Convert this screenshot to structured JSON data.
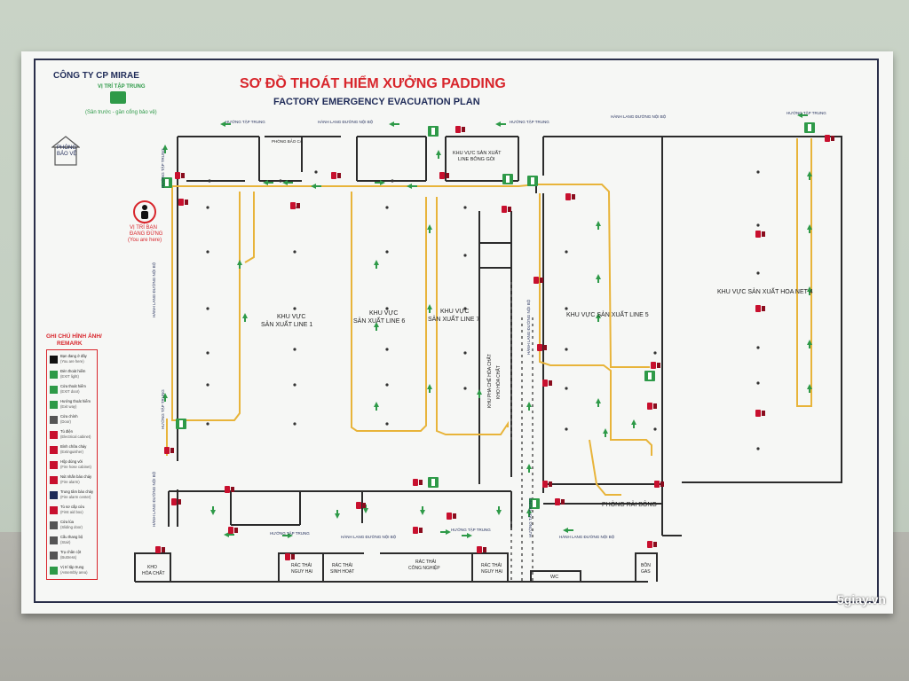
{
  "company": "CÔNG TY CP MIRAE",
  "title_vn": "SƠ ĐỒ THOÁT HIỂM XƯỞNG PADDING",
  "title_en": "FACTORY EMERGENCY EVACUATION PLAN",
  "assembly": {
    "label": "VỊ TRÍ TẬP TRUNG",
    "sub": "(Sân trước - gần cổng bảo vệ)"
  },
  "guard": {
    "line1": "PHÒNG",
    "line2": "BẢO VỆ"
  },
  "you_are_here": {
    "line1": "VỊ TRÍ BẠN",
    "line2": "ĐANG ĐỨNG",
    "line3": "(You are here)"
  },
  "legend": {
    "title_line1": "GHI CHÚ HÌNH ẢNH/",
    "title_line2": "REMARK",
    "items": [
      {
        "label": "Bạn đang ở đây",
        "sub": "(You are here)"
      },
      {
        "label": "Đèn thoát hiểm",
        "sub": "(EXIT light)"
      },
      {
        "label": "Cửa thoát hiểm",
        "sub": "(EXIT door)"
      },
      {
        "label": "Hướng thoát hiểm",
        "sub": "(Exit way)"
      },
      {
        "label": "Cửa chính",
        "sub": "(Door)"
      },
      {
        "label": "Tủ điện",
        "sub": "(Electrical cabinet)"
      },
      {
        "label": "Bình chữa cháy",
        "sub": "(Extinguisher)"
      },
      {
        "label": "Hộp dùng với",
        "sub": "(Fire hose cabinet)"
      },
      {
        "label": "Nút nhấn báo cháy",
        "sub": "(Fire alarm)"
      },
      {
        "label": "Trung tâm báo cháy",
        "sub": "(Fire alarm center)"
      },
      {
        "label": "Tủ sơ cấp cứu",
        "sub": "(First aid box)"
      },
      {
        "label": "Cửa lùa",
        "sub": "(Sliding door)"
      },
      {
        "label": "Cầu thang bộ",
        "sub": "(Stair)"
      },
      {
        "label": "Trụ chân cột",
        "sub": "(Buttress)"
      },
      {
        "label": "Vị trí tập trung",
        "sub": "(Assembly area)"
      }
    ]
  },
  "labels": {
    "huong_tap_trung": "HƯỚNG TẬP TRUNG",
    "hanh_lang_noi_bo": "HÀNH LANG ĐƯỜNG NỘI BỘ",
    "phong_bao_ca": "PHÒNG BẢO CA",
    "line_bong_goi": [
      "KHU VỰC SẢN XUẤT",
      "LINE BÔNG GÒI"
    ],
    "line1": [
      "KHU VỰC",
      "SẢN XUẤT LINE 1"
    ],
    "line6": [
      "KHU VỰC",
      "SẢN XUẤT LINE 6"
    ],
    "line7": [
      "KHU VỰC",
      "SẢN XUẤT LINE 7"
    ],
    "line5": "KHU VỰC SẢN XUẤT LINE 5",
    "hoa_net": "KHU VỰC SẢN XUẤT HOA NET 4",
    "pha_che": "KHU PHA CHẾ HÓA CHẤT",
    "kho_hoa_chat_v": "KHO HÓA CHẤT",
    "phong_rai_bong": "PHÒNG RẢI BÔNG",
    "kho_hoa_chat": [
      "KHO",
      "HÓA CHẤT"
    ],
    "rac_nguy_hai": [
      "RÁC THẢI",
      "NGUY HẠI"
    ],
    "rac_sinh_hoat": [
      "RÁC THẢI",
      "SINH HOẠT"
    ],
    "rac_cong_nghiep": [
      "RÁC THẢI",
      "CÔNG NGHIỆP"
    ],
    "rac_nguy_hai_2": [
      "RÁC THẢI",
      "NGUY HẠI"
    ],
    "wc": "WC",
    "bon_gas": [
      "BỒN",
      "GAS"
    ],
    "exit": "EXIT"
  },
  "colors": {
    "title_red": "#d8262c",
    "title_navy": "#1f2b58",
    "route_yellow": "#e8b43a",
    "arrow_green": "#2e9a48",
    "extinguisher_red": "#c8102e",
    "wall": "#2b2b2b"
  },
  "watermark": "5giay.vn"
}
